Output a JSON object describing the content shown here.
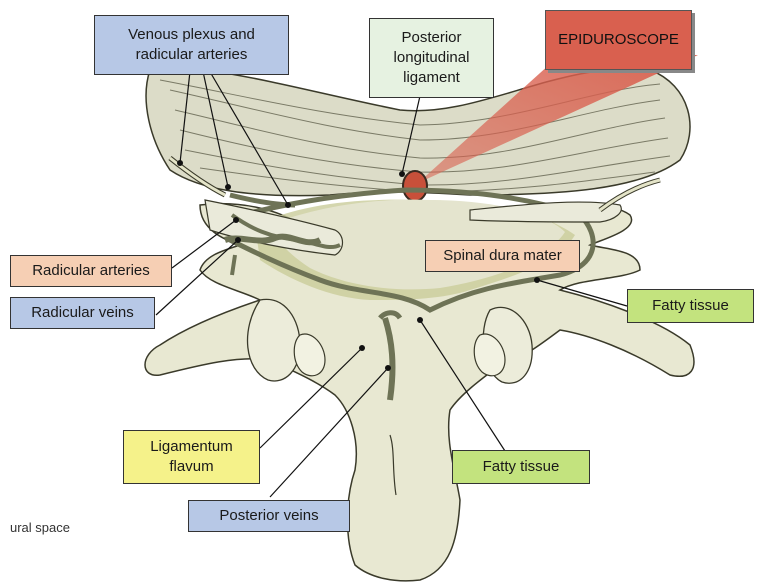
{
  "labels": {
    "venous_plexus": "Venous plexus and\nradicular arteries",
    "posterior_longitudinal": "Posterior\nlongitudinal\nligament",
    "epiduroscope": "EPIDUROSCOPE",
    "spinal_dura": "Spinal dura mater",
    "radicular_arteries": "Radicular arteries",
    "radicular_veins": "Radicular veins",
    "fatty_tissue_right": "Fatty tissue",
    "fatty_tissue_bottom": "Fatty tissue",
    "ligamentum_flavum": "Ligamentum\nflavum",
    "posterior_veins": "Posterior veins"
  },
  "caption": "ural space",
  "colors": {
    "bone": "#e8e8d2",
    "bone_stroke": "#3a3a2a",
    "disc": "#dcdcc8",
    "fat": "#c9cc9a",
    "vessel": "#6e7356",
    "scope": "#c8503a"
  }
}
